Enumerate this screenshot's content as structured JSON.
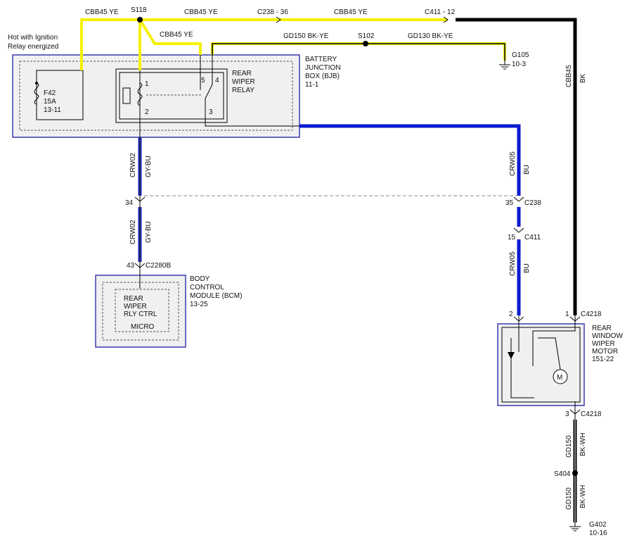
{
  "labels": {
    "hot_with_ignition": "Hot with Ignition",
    "relay_energized": "Relay energized",
    "s118": "S118",
    "cbb45_ye_left": "CBB45  YE",
    "cbb45_ye_mid": "CBB45  YE",
    "cbb45_ye_diag": "CBB45  YE",
    "c238_36": "C238  -  36",
    "cbb45_ye_right": "CBB45  YE",
    "c411_12": "C411  -  12",
    "gd150_bk_ye": "GD150  BK-YE",
    "s102": "S102",
    "gd130_bk_ye": "GD130  BK-YE",
    "g105": "G105",
    "g105_ref": "10-3",
    "cbb45": "CBB45",
    "bk": "BK",
    "fuse_f42": "F42",
    "fuse_15a": "15A",
    "fuse_ref": "13-11",
    "bjb_line1": "BATTERY",
    "bjb_line2": "JUNCTION",
    "bjb_line3": "BOX (BJB)",
    "bjb_ref": "11-1",
    "relay_line1": "REAR",
    "relay_line2": "WIPER",
    "relay_line3": "RELAY",
    "pin_1": "1",
    "pin_2": "2",
    "pin_3": "3",
    "pin_4": "4",
    "pin_5": "5",
    "crw02_a": "CRW02",
    "gybu_a": "GY-BU",
    "crw05_a": "CRW05",
    "bu_a": "BU",
    "pin_34": "34",
    "pin_35": "35",
    "c238": "C238",
    "crw02_b": "CRW02",
    "gybu_b": "GY-BU",
    "pin_15": "15",
    "c411": "C411",
    "crw05_b": "CRW05",
    "bu_b": "BU",
    "pin_43": "43",
    "c2280b": "C2280B",
    "bcm_line1": "BODY",
    "bcm_line2": "CONTROL",
    "bcm_line3": "MODULE (BCM)",
    "bcm_ref": "13-25",
    "rear_wiper_rly_1": "REAR",
    "rear_wiper_rly_2": "WIPER",
    "rear_wiper_rly_3": "RLY CTRL",
    "micro": "MICRO",
    "pin_2_motor": "2",
    "pin_1_motor": "1",
    "c4218_top": "C4218",
    "motor_line1": "REAR",
    "motor_line2": "WINDOW",
    "motor_line3": "WIPER",
    "motor_line4": "MOTOR",
    "motor_ref": "151-22",
    "motor_symbol": "M",
    "pin_3_motor": "3",
    "c4218_bottom": "C4218",
    "gd150_a": "GD150",
    "bkwh_a": "BK-WH",
    "s404": "S404",
    "gd150_b": "GD150",
    "bkwh_b": "BK-WH",
    "g402": "G402",
    "g402_ref": "10-16"
  },
  "colors": {
    "yellow_wire": "#f5f200",
    "black_wire": "#000000",
    "blue_wire": "#0a1ad0",
    "module_border": "#3a3ab0"
  }
}
